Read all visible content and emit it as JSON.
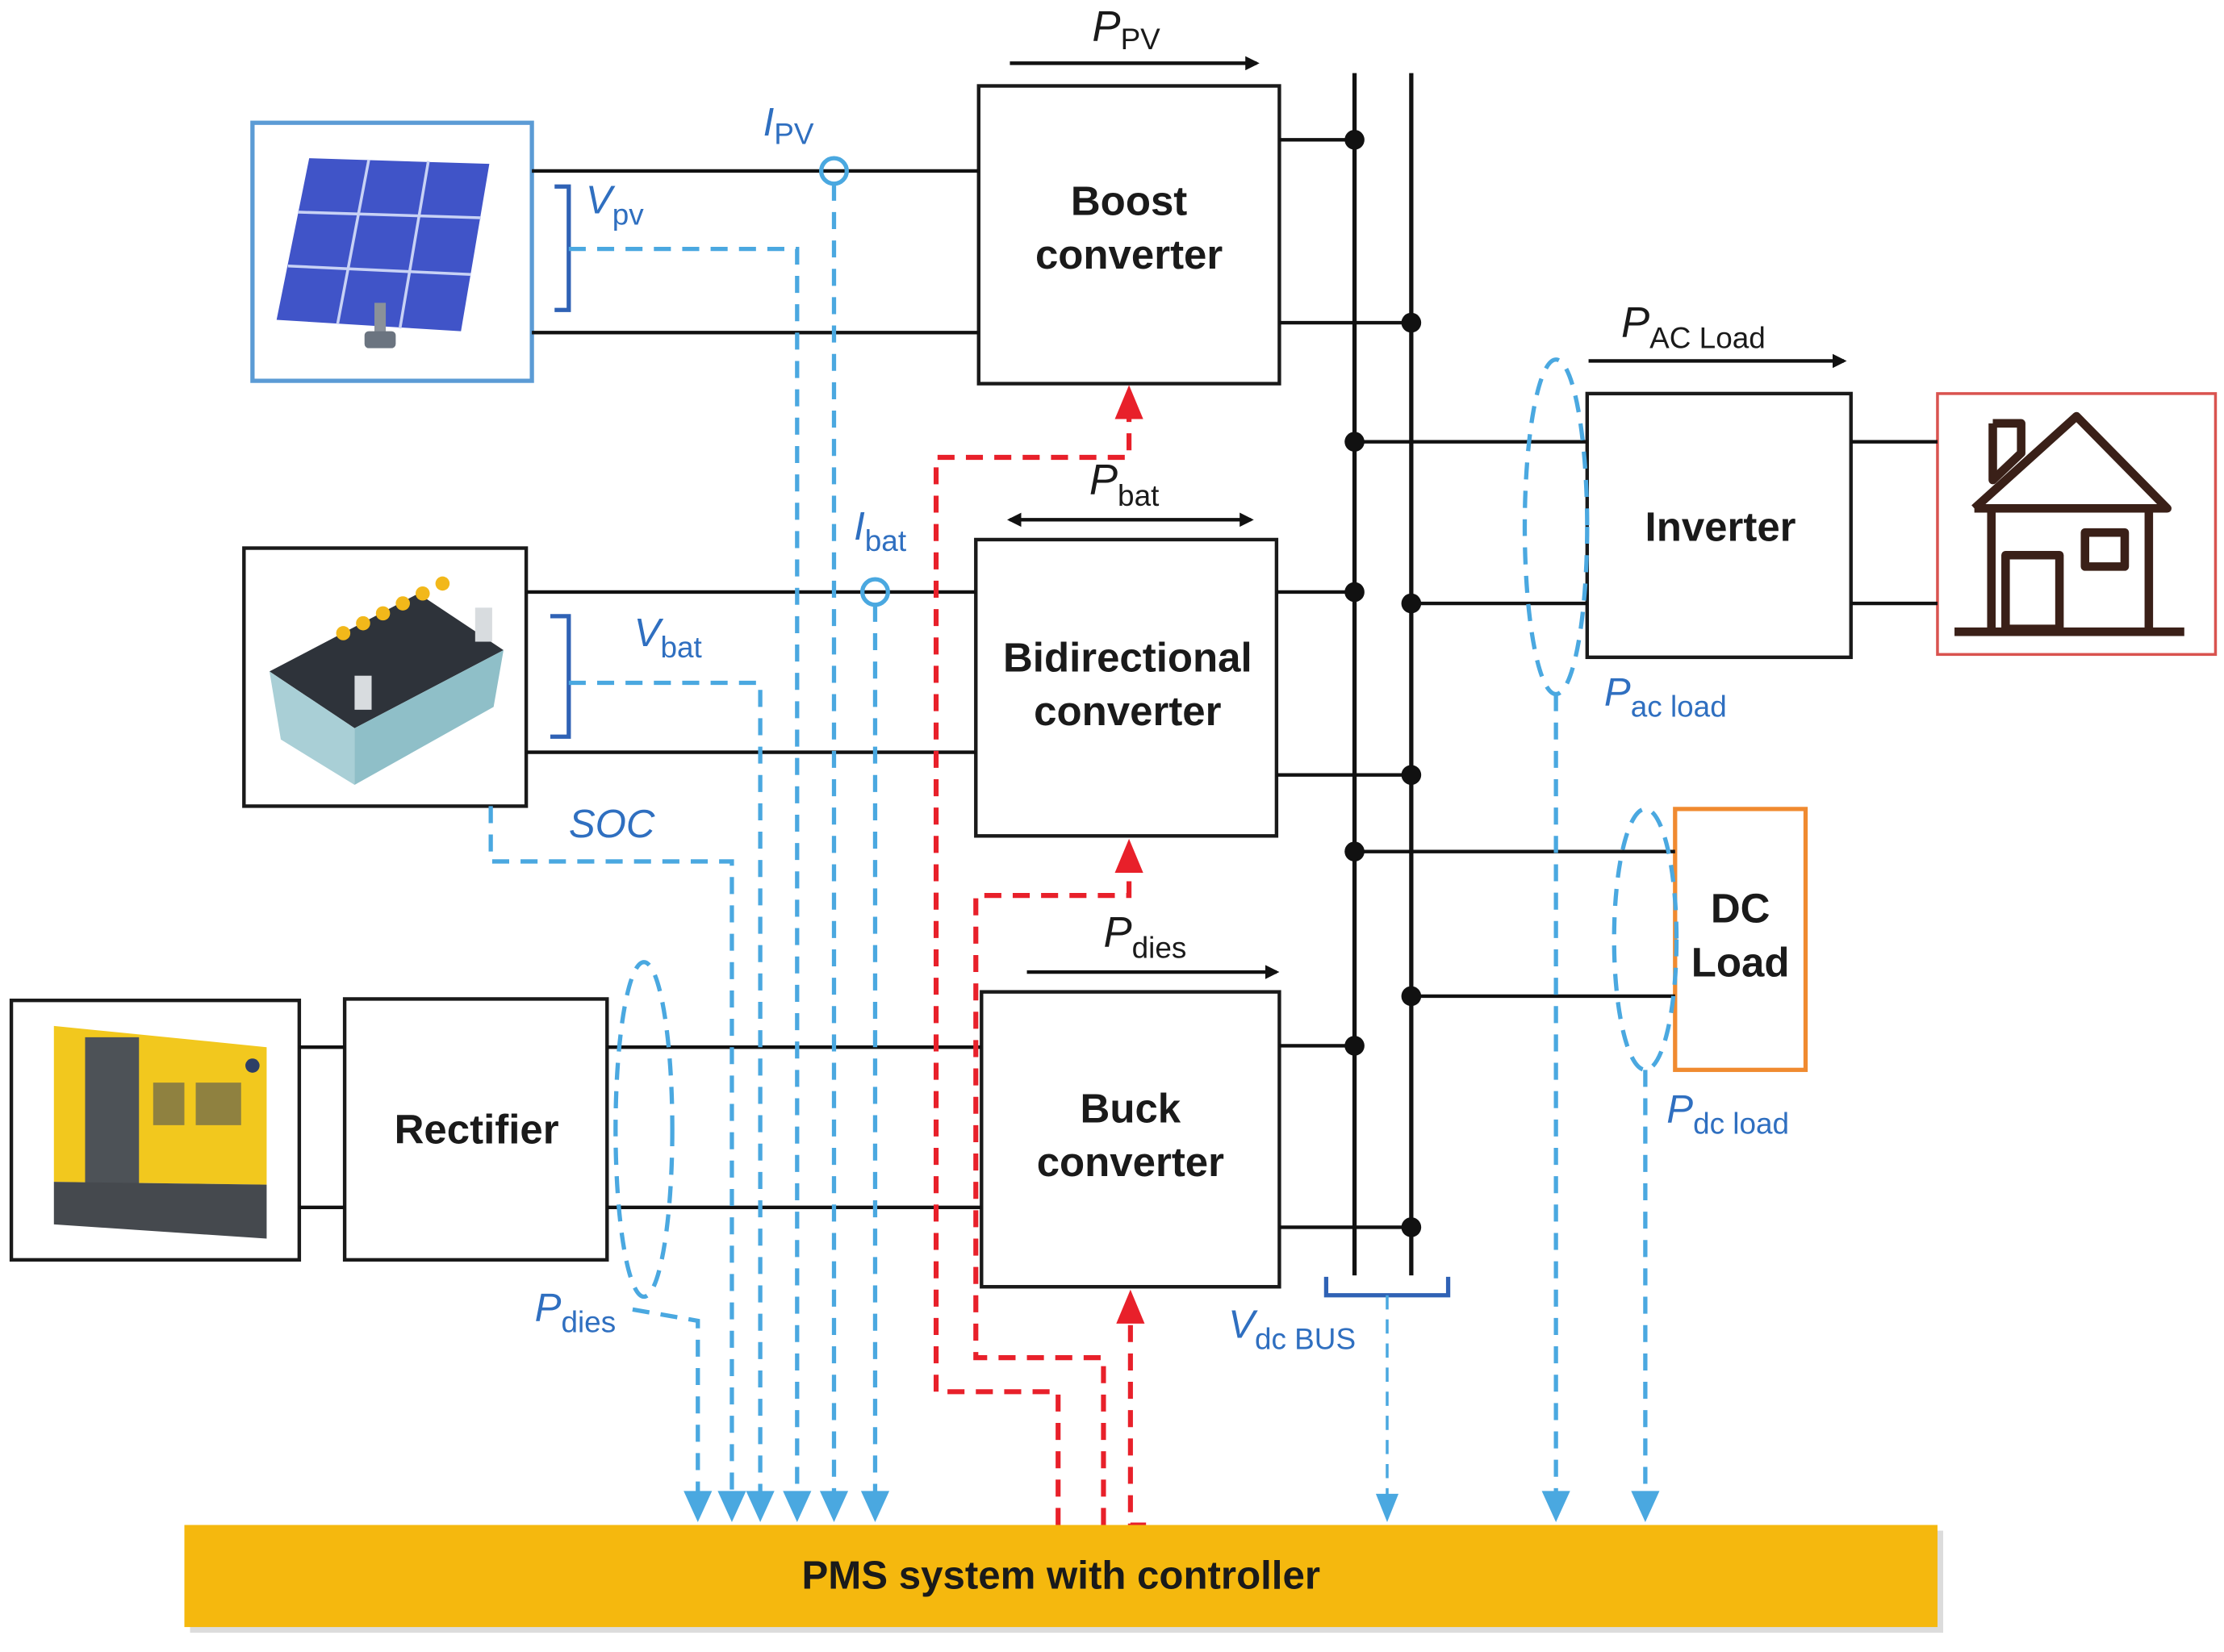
{
  "diagram": {
    "title": "Hybrid microgrid power management architecture",
    "blocks": {
      "boost": [
        "Boost",
        "converter"
      ],
      "bidirectional": [
        "Bidirectional",
        "converter"
      ],
      "buck": [
        "Buck",
        "converter"
      ],
      "rectifier": "Rectifier",
      "inverter": "Inverter",
      "dc_load": [
        "DC",
        "Load"
      ],
      "pms": "PMS system with controller"
    },
    "sources": {
      "pv": "solar-panel",
      "battery": "battery",
      "diesel": "diesel-generator",
      "ac_load": "house"
    },
    "power_flow_labels": {
      "p_pv": {
        "main": "P",
        "sub": "PV"
      },
      "p_bat": {
        "main": "P",
        "sub": "bat"
      },
      "p_dies_top": {
        "main": "P",
        "sub": "dies"
      },
      "p_ac_load_top": {
        "main": "P",
        "sub": "AC Load"
      }
    },
    "measurement_labels": {
      "i_pv": {
        "main": "I",
        "sub": "PV"
      },
      "v_pv": {
        "main": "V",
        "sub": "pv"
      },
      "i_bat": {
        "main": "I",
        "sub": "bat"
      },
      "v_bat": {
        "main": "V",
        "sub": "bat"
      },
      "soc": "SOC",
      "p_dies": {
        "main": "P",
        "sub": "dies"
      },
      "v_dc_bus": {
        "main": "V",
        "sub": "dc BUS"
      },
      "p_ac_load": {
        "main": "P",
        "sub": "ac load"
      },
      "p_dc_load": {
        "main": "P",
        "sub": "dc load"
      }
    },
    "colors": {
      "measurement_signal": "#4aa8e0",
      "control_signal": "#e8202a",
      "label_blue": "#2f6fc0",
      "pms_fill": "#f5b80e",
      "pv_frame": "#5b9bd5",
      "house_frame": "#d9534f",
      "dc_load_frame": "#f08a30"
    }
  }
}
